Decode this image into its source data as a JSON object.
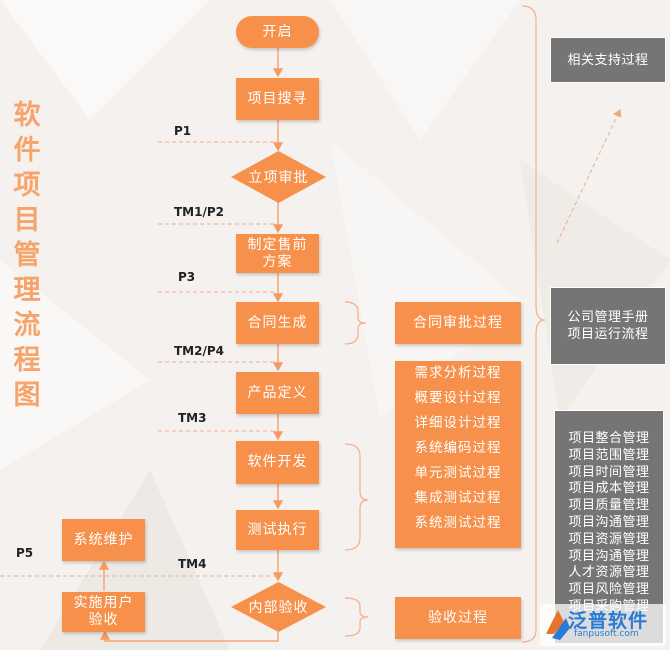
{
  "title_chars": [
    "软",
    "件",
    "项",
    "目",
    "管",
    "理",
    "流",
    "程",
    "图"
  ],
  "flow": {
    "start": "开启",
    "project_search": "项目搜寻",
    "approval": "立项审批",
    "presale": [
      "制定售前",
      "方案"
    ],
    "contract": "合同生成",
    "product_def": "产品定义",
    "dev": "软件开发",
    "test": "测试执行",
    "internal_accept": "内部验收",
    "implement": [
      "实施用户",
      "验收"
    ],
    "maintenance": "系统维护"
  },
  "phase_labels": {
    "p1": "P1",
    "tm1p2": "TM1/P2",
    "p3": "P3",
    "tm2p4": "TM2/P4",
    "tm3": "TM3",
    "p5": "P5",
    "tm4": "TM4"
  },
  "processes": {
    "contract_approval": "合同审批过程",
    "dev_steps": [
      "需求分析过程",
      "概要设计过程",
      "详细设计过程",
      "系统编码过程",
      "单元测试过程",
      "集成测试过程",
      "系统测试过程"
    ],
    "acceptance": "验收过程"
  },
  "right_panel": {
    "support": "相关支持过程",
    "manual": [
      "公司管理手册",
      "项目运行流程"
    ],
    "management": [
      "项目整合管理",
      "项目范围管理",
      "项目时间管理",
      "项目成本管理",
      "项目质量管理",
      "项目沟通管理",
      "项目资源管理",
      "项目沟通管理",
      "人才资源管理",
      "项目风险管理",
      "项目采购管理"
    ]
  },
  "logo": {
    "name": "泛普软件",
    "url": "fanpusoft.com"
  },
  "colors": {
    "orange": "#f7904a",
    "gray": "#757575",
    "title": "#f6a46b",
    "line": "#f59a62"
  }
}
